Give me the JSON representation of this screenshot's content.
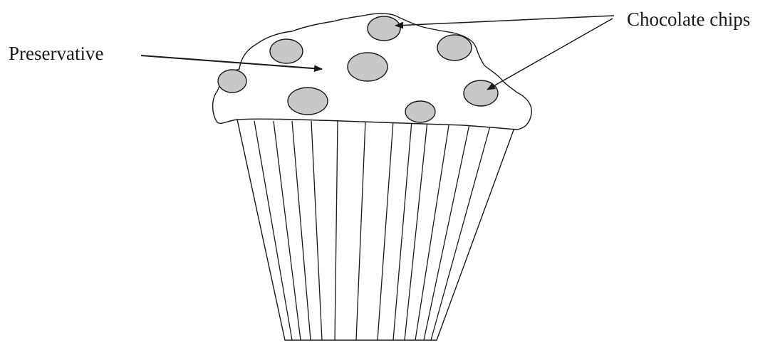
{
  "diagram": {
    "labels": {
      "preservative": "Preservative",
      "chocolate_chips": "Chocolate chips"
    },
    "colors": {
      "outline": "#1a1a1a",
      "chip_fill": "#c8c8c8",
      "background": "#ffffff"
    },
    "parts": [
      "muffin-top",
      "chocolate-chip",
      "paper-liner",
      "liner-pleat",
      "label-arrow"
    ]
  }
}
